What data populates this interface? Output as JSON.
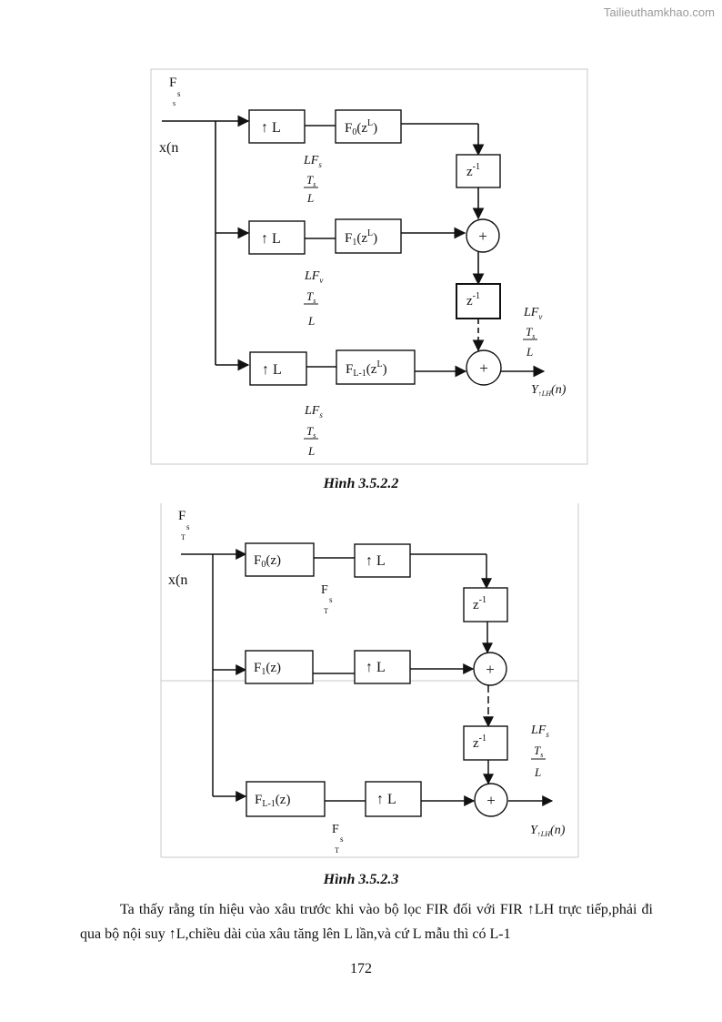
{
  "watermark": "Tailieuthamkhao.com",
  "figure1": {
    "caption": "Hình 3.5.2.2",
    "fs_top": "F",
    "fs_top_sub": "s",
    "fs_top_sub2": "s",
    "input_label": "x(n",
    "upsample_label": "↑ L",
    "filter0": "F",
    "filter0_idx": "0",
    "filter0_arg": "(z",
    "filter0_pow": "L",
    "filter0_close": ")",
    "filter1": "F",
    "filter1_idx": "1",
    "filter1_arg": "(z",
    "filter1_pow": "L",
    "filter1_close": ")",
    "filterL": "F",
    "filterL_idx": "L-1",
    "filterL_arg": "(z",
    "filterL_pow": "L",
    "filterL_close": ")",
    "delay": "z",
    "delay_pow": "-1",
    "adder": "+",
    "rate_lf": "LF",
    "rate_lf_sub": "s",
    "rate_lf_sub_v": "v",
    "rate_ts": "T",
    "rate_ts_sub": "s",
    "rate_l": "L",
    "output_label": "Y",
    "output_sub": "↑LH",
    "output_arg": "(n)"
  },
  "figure2": {
    "caption": "Hình 3.5.2.3",
    "fs_top": "F",
    "fs_top_sub": "s",
    "fs_top_sub2": "T",
    "input_label": "x(n",
    "filter0": "F",
    "filter0_idx": "0",
    "filter0_arg": "(z)",
    "filter1": "F",
    "filter1_idx": "1",
    "filter1_arg": "(z)",
    "filterL": "F",
    "filterL_idx": "L-1",
    "filterL_arg": "(z)",
    "upsample_label": "↑ L",
    "delay": "z",
    "delay_pow": "-1",
    "adder": "+",
    "mid_fs": "F",
    "mid_fs_sub": "s",
    "mid_fs_sub2": "T",
    "rate_lf": "LF",
    "rate_lf_sub": "s",
    "rate_ts": "T",
    "rate_ts_sub": "s",
    "rate_l": "L",
    "output_label": "Y",
    "output_sub": "↑LH",
    "output_arg": "(n)"
  },
  "paragraph": "Ta thấy rằng tín hiệu vào xâu trước khi vào bộ lọc FIR đối với FIR ↑LH trực tiếp,phải đi qua bộ nội suy ↑L,chiều dài của xâu tăng lên L lần,và cứ L mẫu thì có L-1",
  "page_number": "172"
}
